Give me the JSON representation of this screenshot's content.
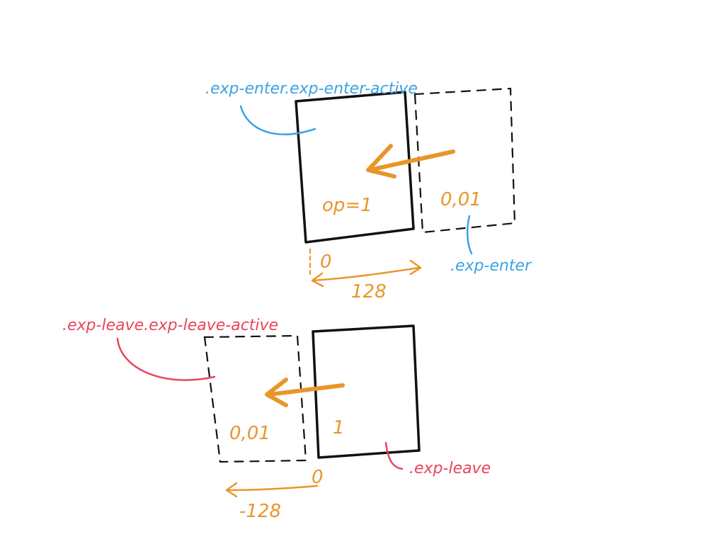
{
  "colors": {
    "box_stroke": "#111111",
    "enter_label": "#3aa3e3",
    "leave_label": "#e8455c",
    "motion": "#e8962a"
  },
  "enter": {
    "active_class_label": ".exp-enter.exp-enter-active",
    "start_class_label": ".exp-enter",
    "active_opacity_label": "op=1",
    "start_opacity_label": "0,01",
    "origin_label": "0",
    "distance_label": "128"
  },
  "leave": {
    "active_class_label": ".exp-leave.exp-leave-active",
    "start_class_label": ".exp-leave",
    "start_opacity_label": "1",
    "active_opacity_label": "0,01",
    "origin_label": "0",
    "distance_label": "-128"
  }
}
